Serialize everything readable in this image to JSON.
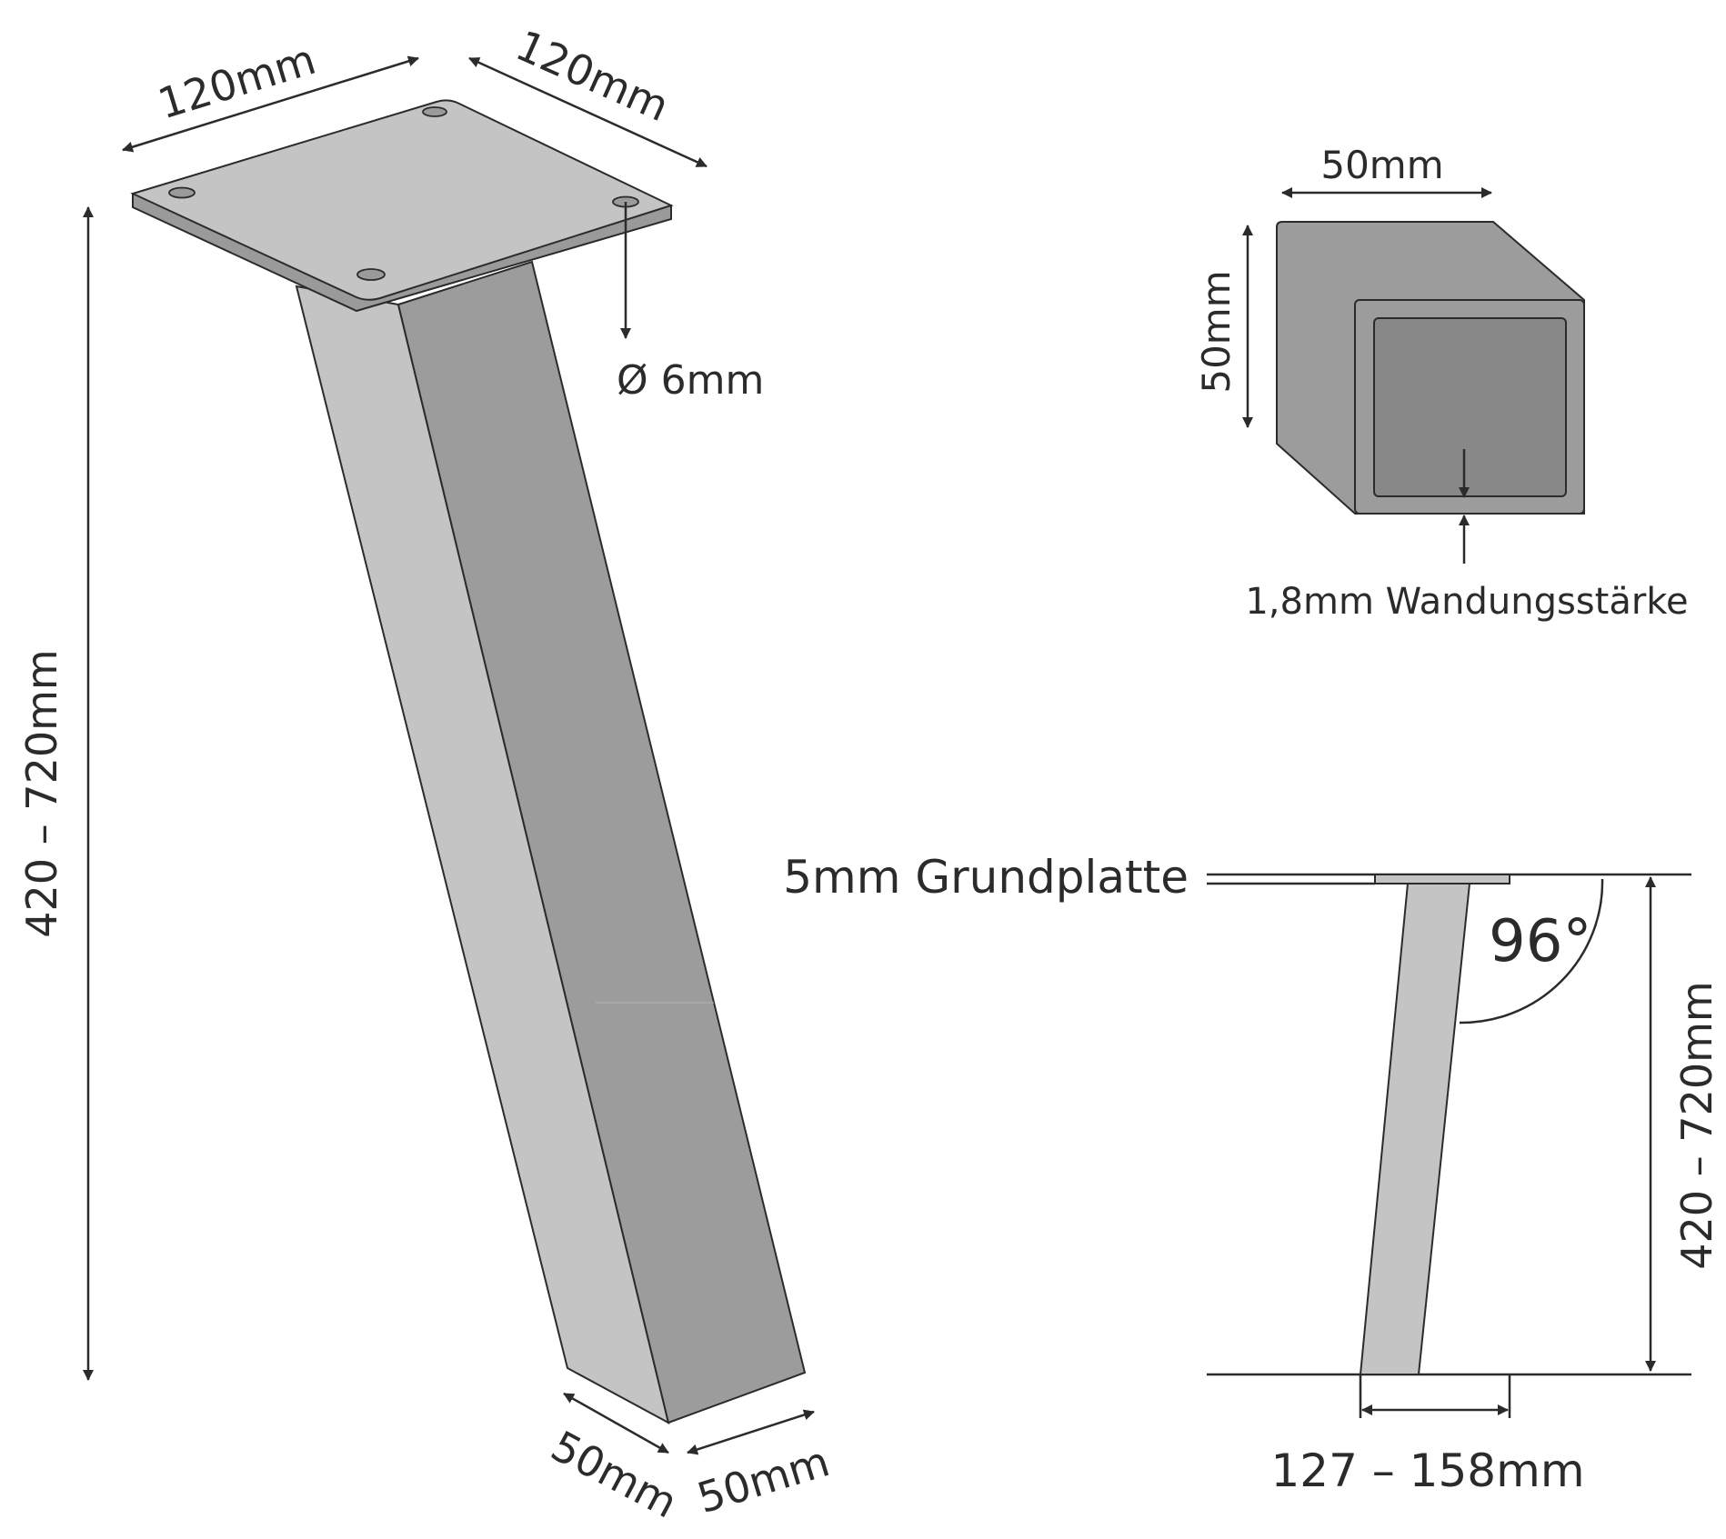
{
  "leg": {
    "plate_width": "120mm",
    "plate_depth": "120mm",
    "hole_diameter": "Ø 6mm",
    "height_range": "420 – 720mm",
    "foot_width": "50mm",
    "foot_depth": "50mm"
  },
  "profile": {
    "width": "50mm",
    "height": "50mm",
    "wall": "1,8mm Wandungsstärke"
  },
  "side": {
    "plate": "5mm Grundplatte",
    "angle": "96°",
    "height_range": "420 – 720mm",
    "offset_range": "127 – 158mm"
  },
  "colors": {
    "light_face": "#c4c4c4",
    "dark_face": "#9c9c9c",
    "inner": "#888888",
    "line": "#2b2b2b"
  }
}
